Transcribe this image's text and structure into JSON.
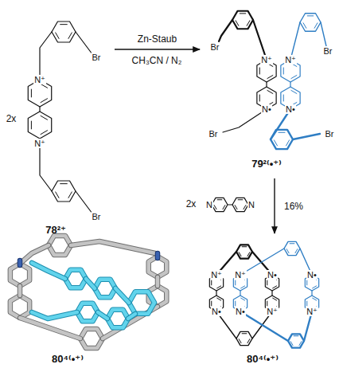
{
  "diagram": {
    "nodes": [
      {
        "text": [
          "78²⁺"
        ]
      },
      {
        "text": [
          "79²⁽•⁺⁾"
        ]
      },
      {
        "text": [
          "80⁴⁽•⁺⁾"
        ]
      },
      {
        "text": [
          "80⁴⁽•⁺⁾"
        ]
      }
    ],
    "edges": [
      {
        "from": 0,
        "to": 1,
        "arrow": "to",
        "label": "Zn-Staub"
      },
      {
        "from": 1,
        "to": 3,
        "arrow": "to",
        "label": "16%"
      }
    ],
    "labels": [
      "2x",
      "CH₃CN / N₂",
      "2x",
      "N⁺",
      "N⁺",
      "Br",
      "Br",
      "Br",
      "Br",
      "N⁺",
      "N⁺",
      "N•",
      "N•",
      "Br",
      "Br",
      "N",
      "N",
      "N⁺",
      "N⁺",
      "N•",
      "N•",
      "N•",
      "N•",
      "N⁺",
      "N⁺"
    ]
  }
}
